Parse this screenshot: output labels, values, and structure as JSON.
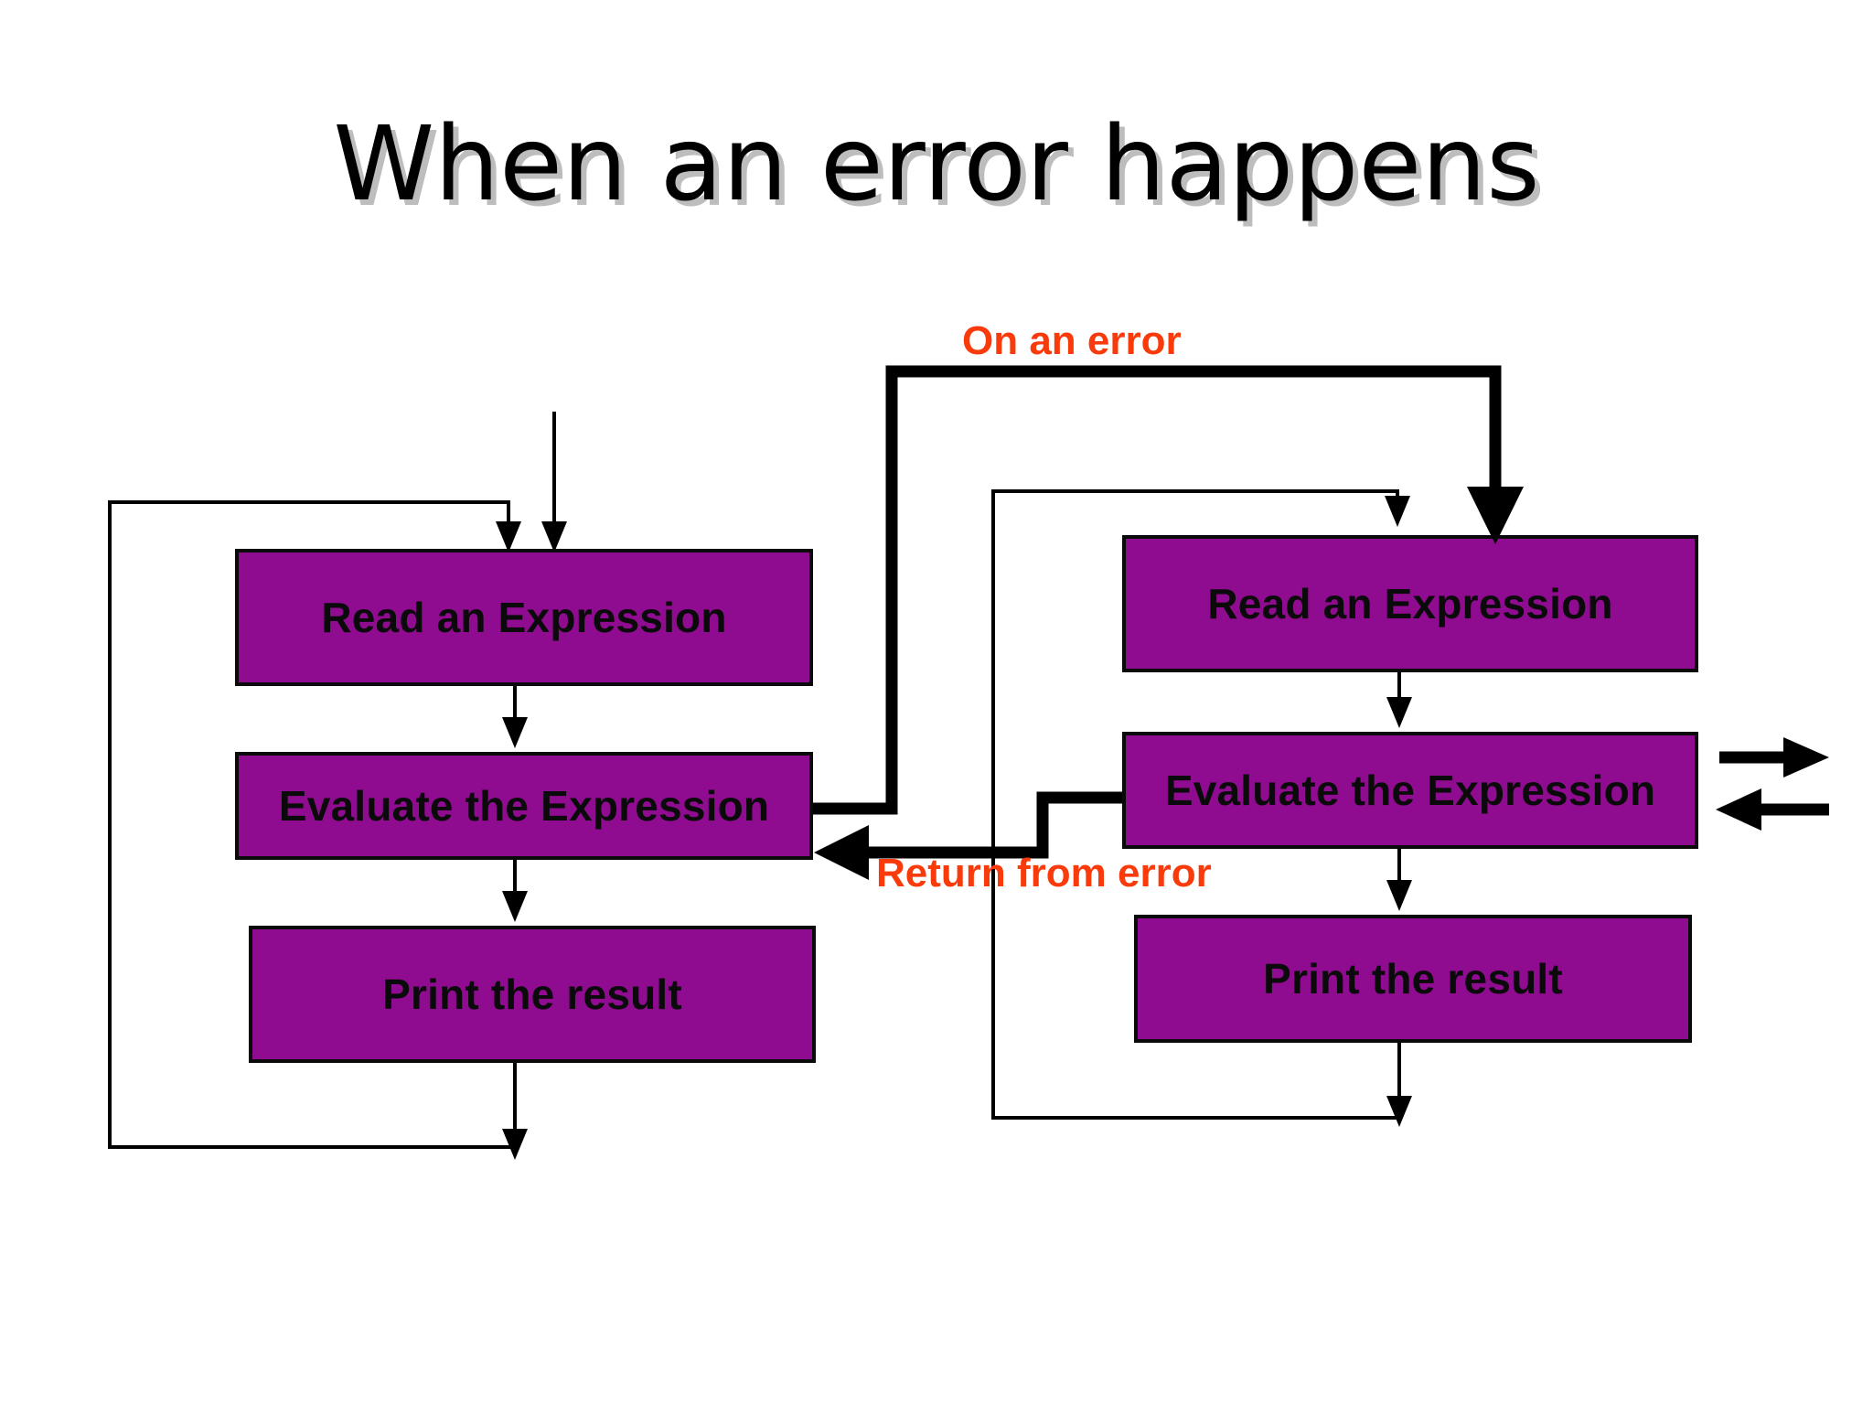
{
  "slide": {
    "title": "When an error happens",
    "background_color": "#ffffff"
  },
  "theme": {
    "box_fill": "#8F0B8F",
    "box_border": "#0a0a0a",
    "box_text": "#0a0a0a",
    "annotation_color": "#F93A0B",
    "connector_color": "#000000",
    "title_color": "#000000",
    "title_shadow_color": "#bdbdbd"
  },
  "diagram": {
    "type": "flowchart",
    "description": "Two REPL loops side by side; an error in the left loop transfers control into a nested right loop, which returns back.",
    "left_loop": {
      "name": "outer-repl-loop",
      "steps": [
        {
          "id": "l-read",
          "label": "Read an Expression"
        },
        {
          "id": "l-eval",
          "label": "Evaluate the Expression"
        },
        {
          "id": "l-print",
          "label": "Print the result"
        }
      ]
    },
    "right_loop": {
      "name": "nested-error-repl-loop",
      "steps": [
        {
          "id": "r-read",
          "label": "Read an Expression"
        },
        {
          "id": "r-eval",
          "label": "Evaluate the Expression"
        },
        {
          "id": "r-print",
          "label": "Print the result"
        }
      ]
    },
    "annotations": [
      {
        "id": "on-error",
        "label": "On an error"
      },
      {
        "id": "return-error",
        "label": "Return from error"
      }
    ],
    "connectors": [
      {
        "id": "entry-arrow-left",
        "style": "thin",
        "from": "top",
        "to": "l-read"
      },
      {
        "id": "left-loopback",
        "style": "thin",
        "from": "l-print",
        "to": "l-read"
      },
      {
        "id": "l-read-to-l-eval",
        "style": "thin",
        "from": "l-read",
        "to": "l-eval"
      },
      {
        "id": "l-eval-to-l-print",
        "style": "thin",
        "from": "l-eval",
        "to": "l-print"
      },
      {
        "id": "on-error-jump",
        "style": "thick",
        "from": "l-eval",
        "to": "r-read"
      },
      {
        "id": "return-from-error-jump",
        "style": "thick",
        "from": "r-eval",
        "to": "l-eval"
      },
      {
        "id": "right-loopback",
        "style": "thin",
        "from": "r-print",
        "to": "r-read"
      },
      {
        "id": "r-read-to-r-eval",
        "style": "thin",
        "from": "r-read",
        "to": "r-eval"
      },
      {
        "id": "r-eval-to-r-print",
        "style": "thin",
        "from": "r-eval",
        "to": "r-print"
      },
      {
        "id": "r-eval-out-right",
        "style": "thick",
        "from": "r-eval",
        "to": "right-edge"
      },
      {
        "id": "r-eval-in-right",
        "style": "thick",
        "from": "right-edge",
        "to": "r-eval"
      }
    ]
  }
}
